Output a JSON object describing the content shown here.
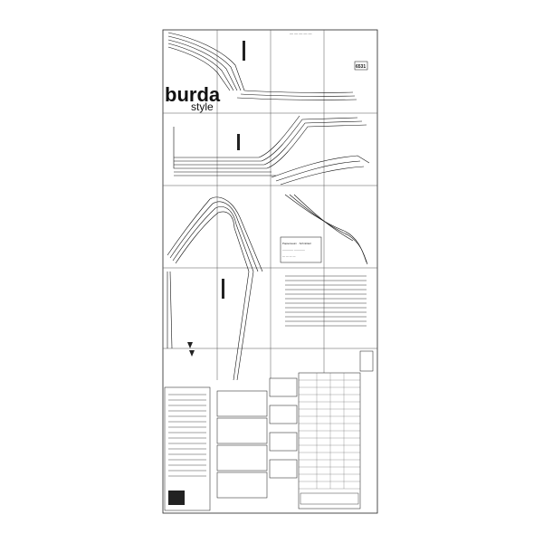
{
  "brand": {
    "name": "burda",
    "suffix": "style"
  },
  "pattern_number": "6531",
  "sheet_header": "— — — — —",
  "info_box": {
    "line1": "Papiersaum · Schnittteil",
    "line2": "———— ————",
    "line3": "— — — —"
  },
  "icons": [
    "ruler-icon",
    "scissors-icon",
    "fold-arrow-icon"
  ]
}
